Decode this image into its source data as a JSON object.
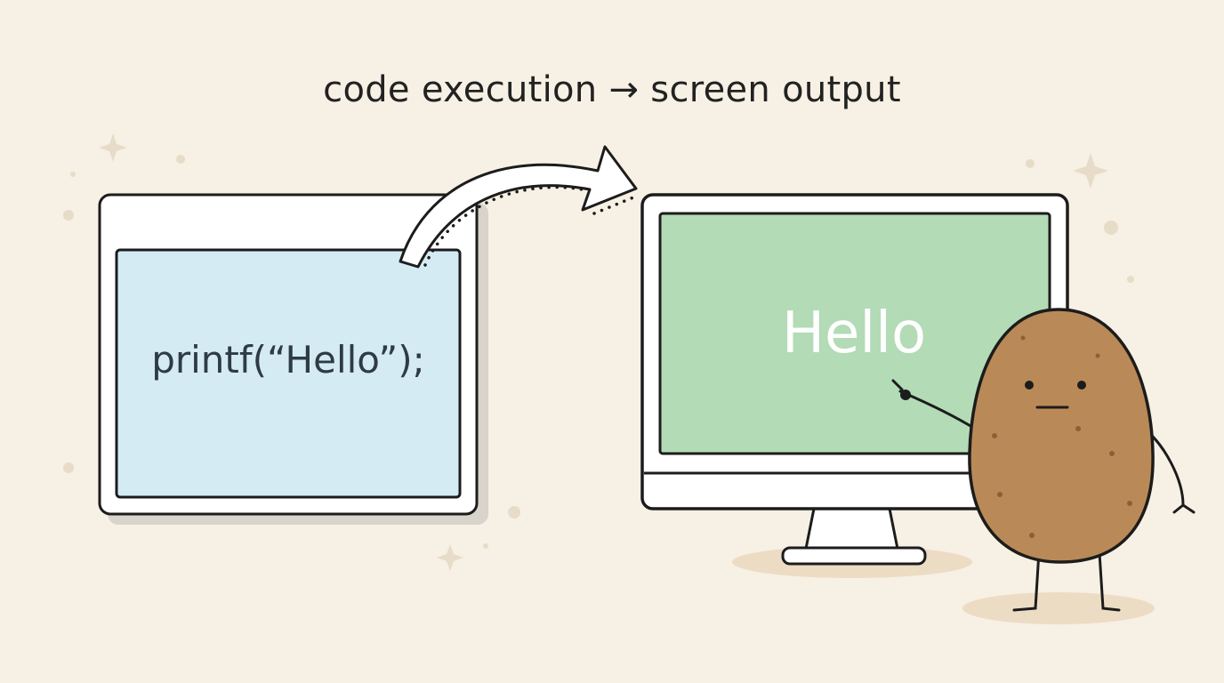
{
  "caption": "code execution → screen output",
  "code_window": {
    "code": "printf(“Hello”);"
  },
  "monitor": {
    "output": "Hello"
  },
  "colors": {
    "background": "#f7f0e4",
    "code_panel": "#d4ebf3",
    "screen": "#b2dbb6",
    "potato": "#b98a57",
    "outline": "#1c1c1c"
  },
  "icons": [
    "sparkle-icon",
    "curved-arrow-icon",
    "potato-character"
  ]
}
